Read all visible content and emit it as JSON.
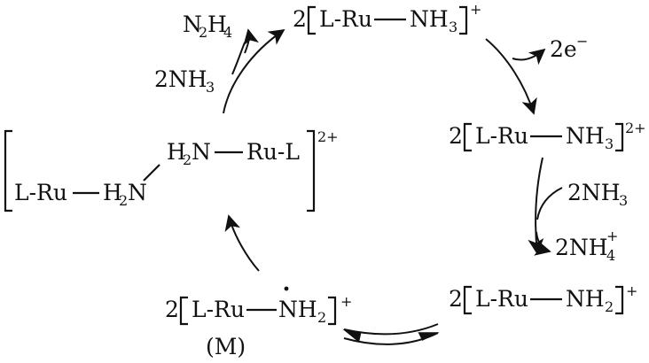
{
  "species": {
    "top": {
      "coef": "2",
      "left": "L-Ru",
      "ligand": "NH",
      "ligand_sub": "3",
      "charge": "+"
    },
    "right_upper": {
      "coef": "2",
      "left": "L-Ru",
      "ligand": "NH",
      "ligand_sub": "3",
      "charge": "2+"
    },
    "right_lower": {
      "coef": "2",
      "left": "L-Ru",
      "ligand": "NH",
      "ligand_sub": "2",
      "charge": "+"
    },
    "bottom": {
      "coef": "2",
      "left": "L-Ru",
      "ligand": "NH",
      "ligand_sub": "2",
      "charge": "+",
      "label": "(M)"
    },
    "dimer": {
      "upper_left": "H",
      "upper_left_sub": "2",
      "upper_left_rest": "N",
      "upper_right": "Ru-L",
      "lower_left": "L-Ru",
      "lower_right": "H",
      "lower_right_sub": "2",
      "lower_right_rest": "N",
      "charge": "2+"
    }
  },
  "side_species": {
    "out_electrons": {
      "text": "2e",
      "sup": "−"
    },
    "in_ammonia": {
      "text": "2NH",
      "sub": "3"
    },
    "out_ammonium": {
      "text": "2NH",
      "sub": "4",
      "sup": "+"
    },
    "out_hydrazine": {
      "n": "N",
      "n_sub": "2",
      "h": "H",
      "h_sub": "4"
    },
    "in_ammonia_left": {
      "text": "2NH",
      "sub": "3"
    }
  }
}
